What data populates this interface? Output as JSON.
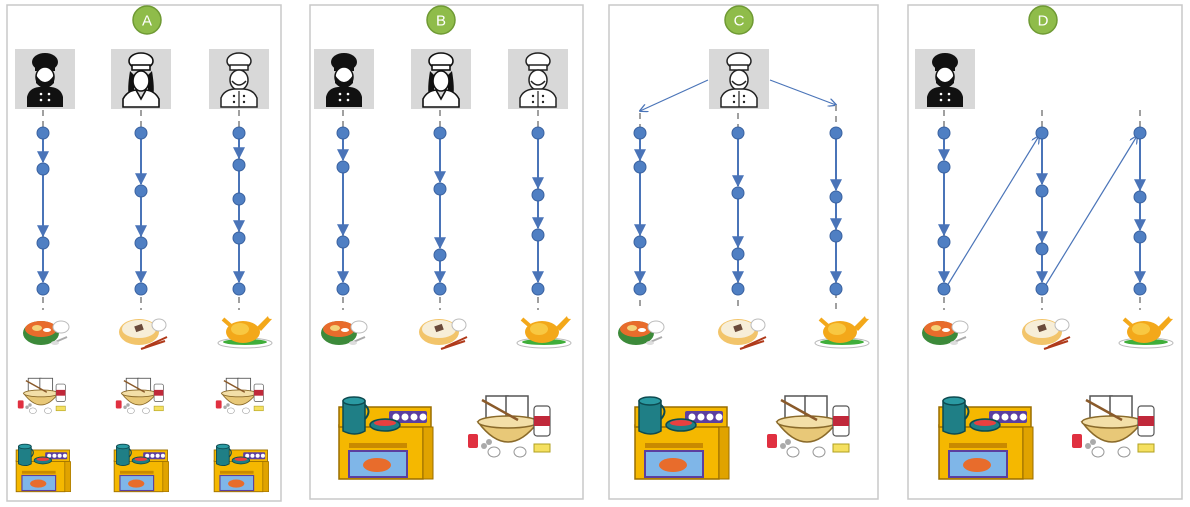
{
  "panels": [
    {
      "label": "A"
    },
    {
      "label": "B"
    },
    {
      "label": "C"
    },
    {
      "label": "D"
    }
  ],
  "colors": {
    "badge_fill": "#8fbc4a",
    "badge_stroke": "#6f9a34",
    "node": "#4f7fc3",
    "arrow": "#4a74b8",
    "dashed": "#a0a0a0",
    "chef_bg": "#d8d8d8",
    "panel_border": "#c8c8c8",
    "stove": "#f5b800",
    "pot": "#1f7f86",
    "bowl": "#c8a050"
  },
  "icons": [
    "chef-male-icon",
    "chef-female-icon",
    "chef-outline-icon",
    "noodle-bowl-icon",
    "dumpling-plate-icon",
    "roast-chicken-icon",
    "stove-icon",
    "ingredients-icon"
  ]
}
